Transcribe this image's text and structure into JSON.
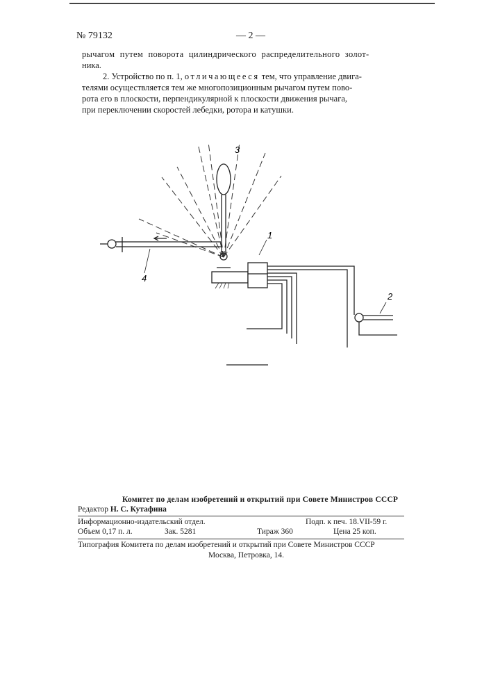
{
  "header": {
    "patent_number": "№ 79132",
    "page_indicator": "— 2 —"
  },
  "body_text": {
    "para1_line1": "рычагом путем поворота цилиндрического распределительного золот-",
    "para1_line2": "ника.",
    "para2_lead": "2. Устройство по п. 1,",
    "para2_spaced": "отличающееся",
    "para2_rest": "тем, что управление двига-",
    "para2_line2": "телями осуществляется тем же многопозиционным рычагом путем пово-",
    "para2_line3": "рота его в плоскости, перпендикулярной к плоскости движения рычага,",
    "para2_line4": "при переключении скоростей лебедки, ротора и катушки."
  },
  "figure": {
    "labels": {
      "label_1": "1",
      "label_2": "2",
      "label_3": "3",
      "label_4": "4"
    }
  },
  "footer": {
    "committee": "Комитет по делам изобретений и открытий при Совете Министров СССР",
    "editor_prefix": "Редактор",
    "editor_name": "Н. С. Кутафина",
    "info_dept": "Информационно-издательский отдел.",
    "signed": "Подп. к печ. 18.VII-59 г.",
    "volume": "Объем 0,17 п. л.",
    "order": "Зак. 5281",
    "print_run": "Тираж 360",
    "price": "Цена 25 коп.",
    "typography": "Типография Комитета по делам изобретений и открытий при Совете Министров СССР",
    "address": "Москва, Петровка, 14."
  }
}
